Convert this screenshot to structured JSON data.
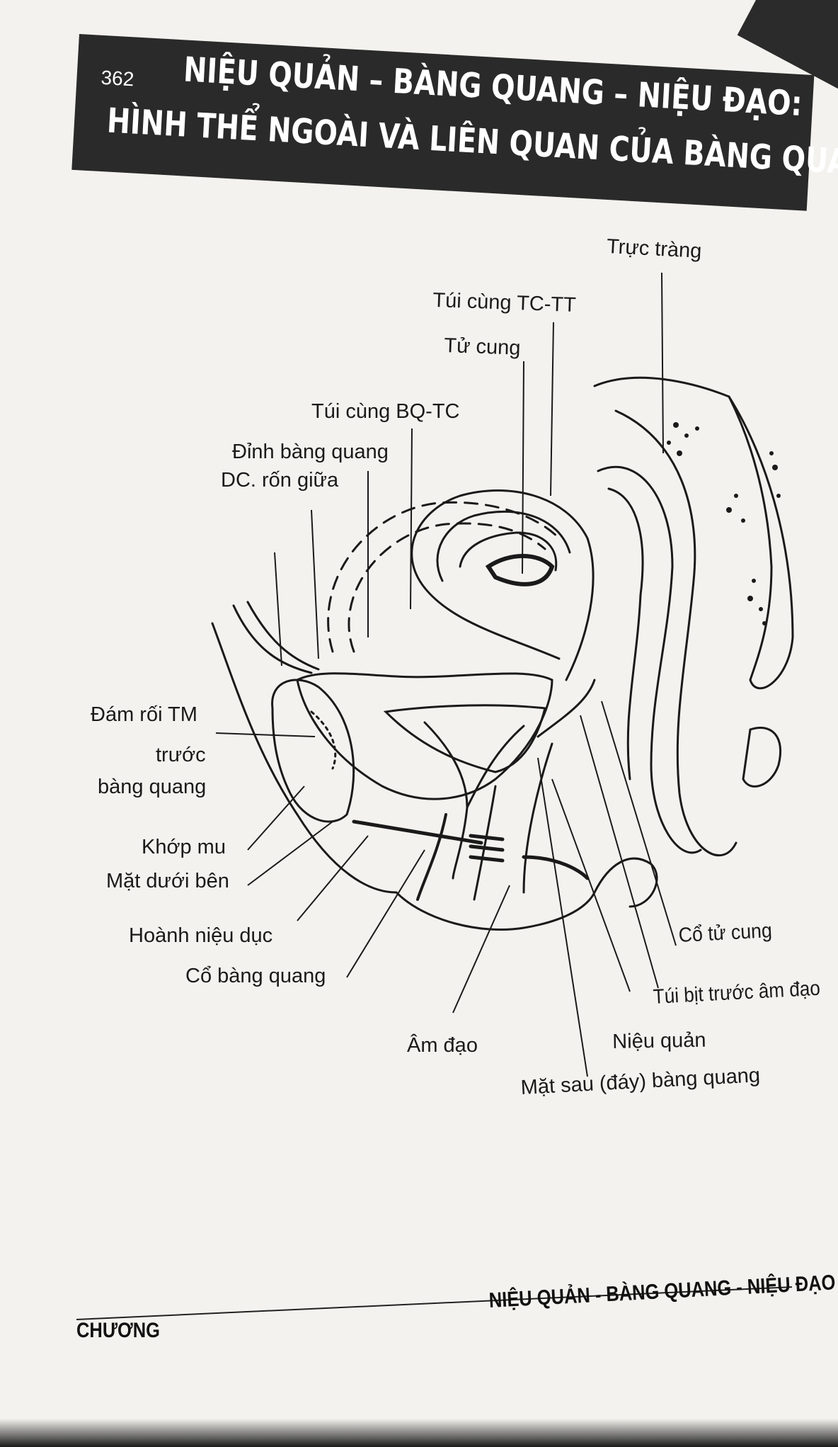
{
  "page_number": "362",
  "title": {
    "line1": "NIỆU QUẢN – BÀNG QUANG – NIỆU ĐẠO:",
    "line2": "HÌNH THỂ NGOÀI VÀ LIÊN QUAN CỦA BÀNG QUANG"
  },
  "figure_labels": {
    "truc_trang": "Trực tràng",
    "tui_cung_tc_tt": "Túi cùng TC-TT",
    "tu_cung": "Tử cung",
    "tui_cung_bq_tc": "Túi cùng BQ-TC",
    "dinh_bang_quang": "Đỉnh bàng quang",
    "dc_ron_giua": "DC. rốn giữa",
    "dam_roi_tm": "Đám rối TM",
    "truoc": "trước",
    "bang_quang": "bàng quang",
    "khop_mu": "Khớp mu",
    "mat_duoi_ben": "Mặt dưới bên",
    "hoanh_nieu_duc": "Hoành niệu dục",
    "co_bang_quang": "Cổ bàng quang",
    "am_dao": "Âm đạo",
    "nieu_quan": "Niệu quản",
    "mat_sau_day_bang_quang": "Mặt sau (đáy) bàng quang",
    "tui_bit_truoc_am_dao": "Túi bịt trước âm đạo",
    "co_tu_cung": "Cổ tử cung"
  },
  "footer": {
    "left": "CHƯƠNG",
    "right": "NIỆU QUẢN - BÀNG QUANG - NIỆU ĐẠO"
  }
}
